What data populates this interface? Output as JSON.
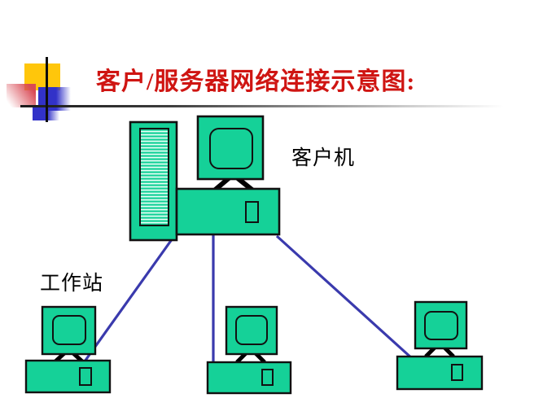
{
  "slide": {
    "title": "客户/服务器网络连接示意图:"
  },
  "labels": {
    "client": "客户机",
    "workstation": "工作站"
  },
  "colors": {
    "title_red": "#cf1512",
    "device_fill": "#15d198",
    "device_stroke": "#111111",
    "cable_blue": "#3a3aad",
    "deco_yellow": "#ffc60b",
    "deco_blue": "#3232c8",
    "deco_pink": "#d94a55"
  },
  "diagram": {
    "type": "network-connection-diagram",
    "nodes": [
      {
        "id": "server-tower",
        "label": ""
      },
      {
        "id": "client-machine",
        "label": "客户机"
      },
      {
        "id": "workstation-left",
        "label": "工作站"
      },
      {
        "id": "workstation-middle",
        "label": ""
      },
      {
        "id": "workstation-right",
        "label": ""
      }
    ],
    "edges": [
      {
        "from": "client-machine",
        "to": "workstation-left"
      },
      {
        "from": "client-machine",
        "to": "workstation-middle"
      },
      {
        "from": "client-machine",
        "to": "workstation-right"
      }
    ]
  }
}
